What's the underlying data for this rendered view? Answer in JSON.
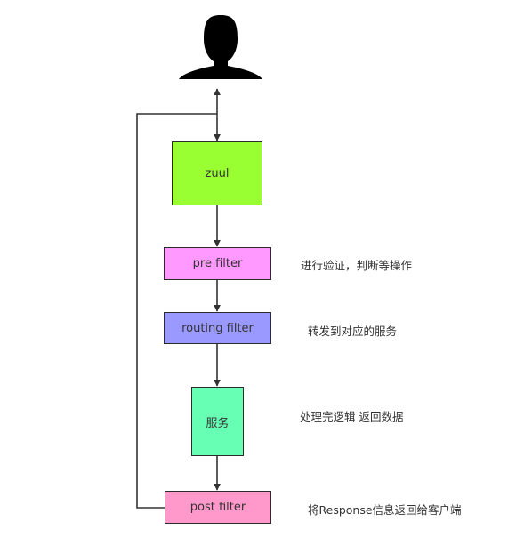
{
  "nodes": {
    "user": {
      "icon": "user-icon"
    },
    "zuul": {
      "label": "zuul",
      "color": "#99ff33"
    },
    "pre_filter": {
      "label": "pre filter",
      "color": "#ff99ff",
      "note": "进行验证，判断等操作"
    },
    "routing_filter": {
      "label": "routing filter",
      "color": "#9999ff",
      "note": "转发到对应的服务"
    },
    "service": {
      "label": "服务",
      "color": "#66ffb3",
      "note": "处理完逻辑 返回数据"
    },
    "post_filter": {
      "label": "post filter",
      "color": "#ff99cc",
      "note": "将Response信息返回给客户端"
    }
  }
}
